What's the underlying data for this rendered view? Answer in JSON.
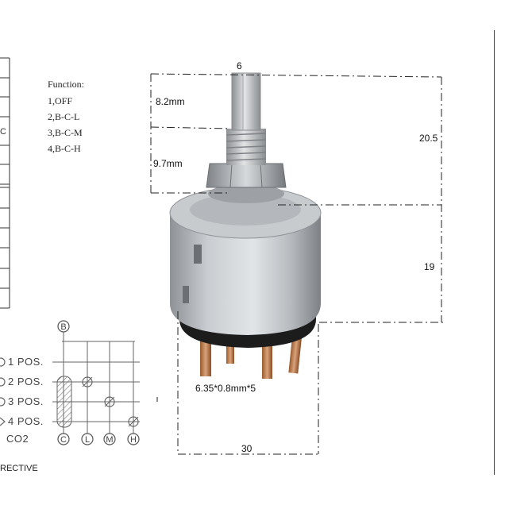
{
  "function_block": {
    "heading": "Function:",
    "lines": [
      "1,OFF",
      "2,B-C-L",
      "3,B-C-M",
      "4,B-C-H"
    ]
  },
  "dimensions": {
    "shaft_width": "6",
    "shaft_length": "8.2mm",
    "thread_length": "9.7mm",
    "total_height": "20.5",
    "body_height": "19",
    "terminal_size": "6.35*0.8mm*5",
    "body_diameter": "30"
  },
  "wiring": {
    "top_terminal": "B",
    "positions": [
      "1 POS.",
      "2 POS.",
      "3 POS.",
      "4 POS."
    ],
    "model": "CO2",
    "bottom_terminals": [
      "C",
      "L",
      "M",
      "H"
    ]
  },
  "left_table": {
    "cell_fragment": "C"
  },
  "footer_text": "RECTIVE"
}
